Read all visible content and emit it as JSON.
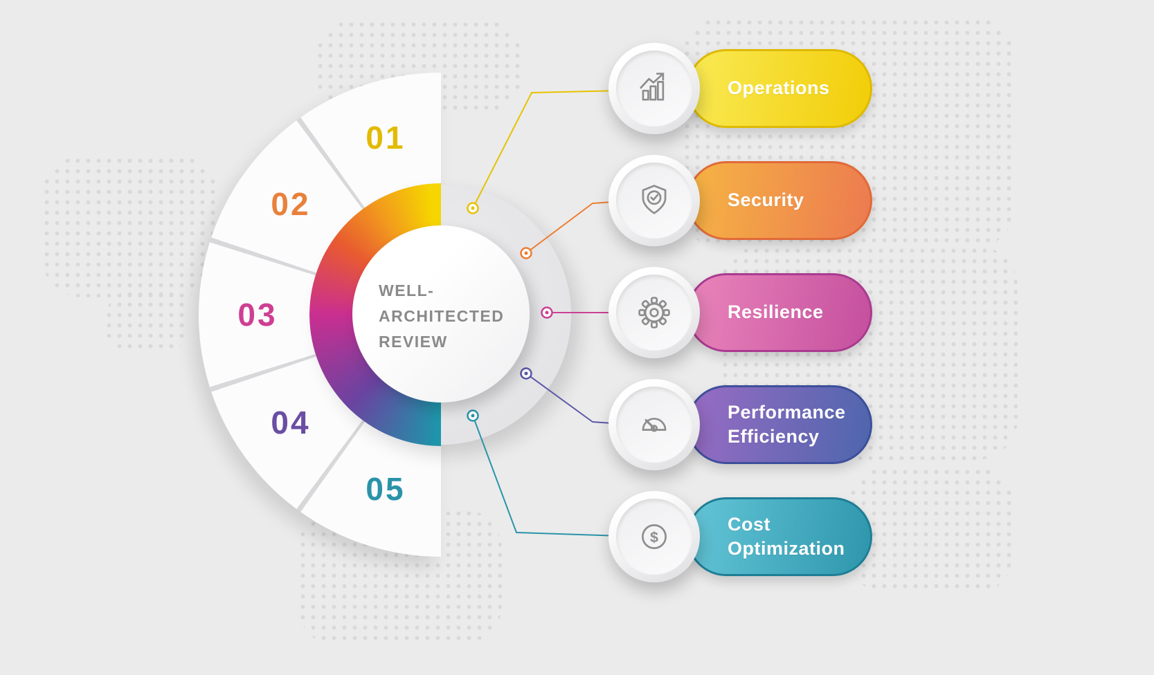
{
  "background": {
    "color": "#ebebeb",
    "dot_color": "#d9d9d9"
  },
  "center": {
    "title_lines": [
      "WELL-",
      "ARCHITECTED",
      "REVIEW"
    ]
  },
  "steps": [
    {
      "number": "01",
      "label": "Operations",
      "icon": "growth-chart-icon",
      "accent": "#e3ba00",
      "pill_colors": [
        "#f9ea55",
        "#f2cd08"
      ],
      "pill_border": "#dfb900",
      "connector_color": "#e6c200"
    },
    {
      "number": "02",
      "label": "Security",
      "icon": "shield-check-icon",
      "accent": "#e8813b",
      "pill_colors": [
        "#f6b544",
        "#ec7a50"
      ],
      "pill_border": "#e06a38",
      "connector_color": "#ed7d31"
    },
    {
      "number": "03",
      "label": "Resilience",
      "icon": "gear-icon",
      "accent": "#ce3f92",
      "pill_colors": [
        "#ea85bb",
        "#c44f9e"
      ],
      "pill_border": "#aa3a90",
      "connector_color": "#cc3f95"
    },
    {
      "number": "04",
      "label": "Performance\nEfficiency",
      "icon": "speedometer-icon",
      "accent": "#6a4ea3",
      "pill_colors": [
        "#9a6cc4",
        "#4d66ad"
      ],
      "pill_border": "#3d4f9b",
      "connector_color": "#5b57a8"
    },
    {
      "number": "05",
      "label": "Cost\nOptimization",
      "icon": "dollar-icon",
      "accent": "#2a93a8",
      "pill_colors": [
        "#64c6d8",
        "#2e96ac"
      ],
      "pill_border": "#1f7e95",
      "connector_color": "#2a93a8"
    }
  ],
  "ring_colors": [
    "#f6d500",
    "#f29b1d",
    "#e85a31",
    "#c92f90",
    "#6a43a0",
    "#1b98aa"
  ]
}
